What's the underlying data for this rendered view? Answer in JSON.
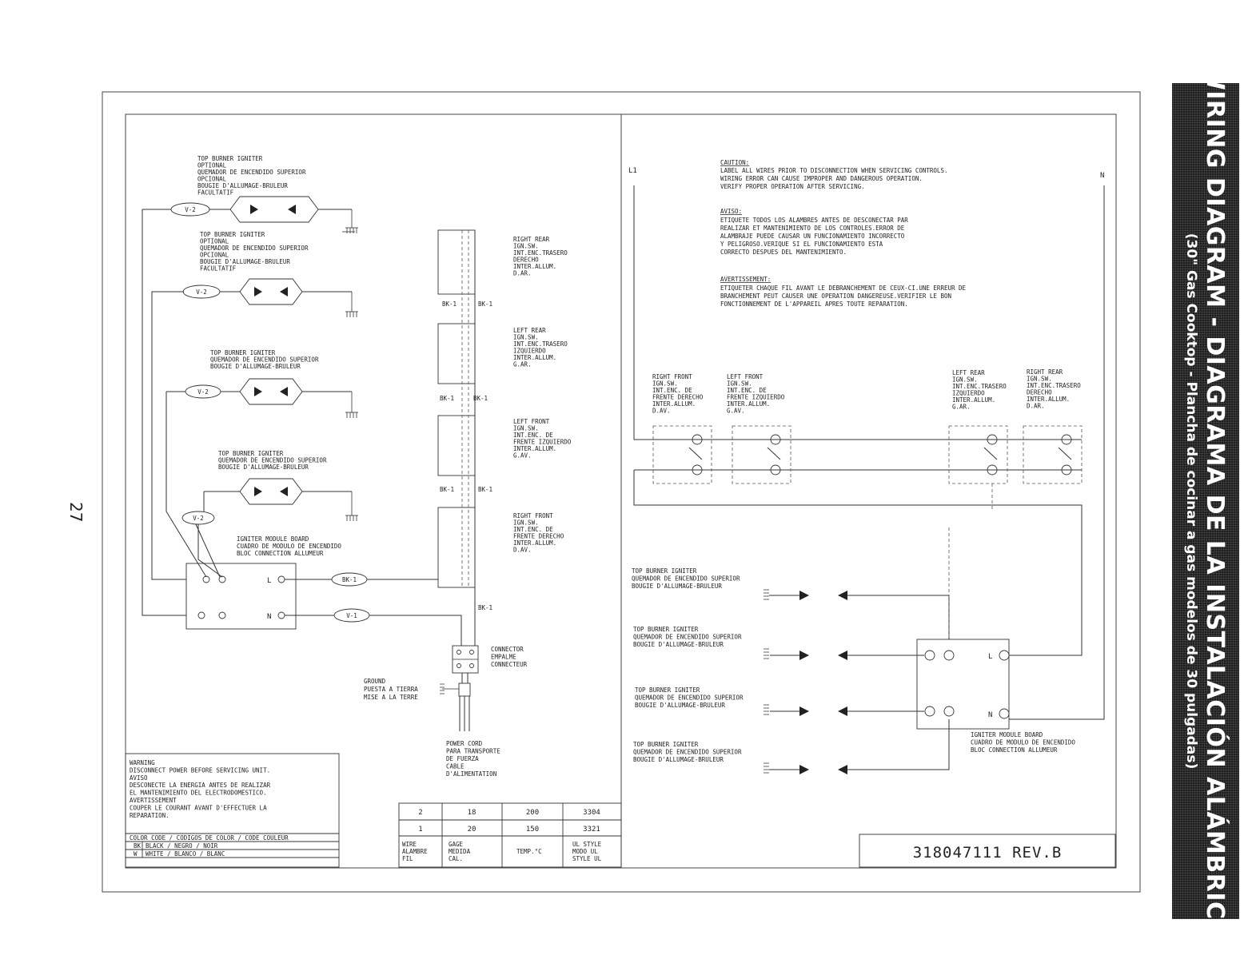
{
  "page_number": "27",
  "banner": {
    "title": "WIRING DIAGRAM - DIAGRAMA DE LA INSTALACIÓN ALÁMBRICA",
    "subtitle": "(30\" Gas Cooktop - Plancha de cocinar a gas modelos de 30 pulgadas)"
  },
  "left": {
    "igniter_labels": [
      [
        "TOP BURNER IGNITER",
        "OPTIONAL",
        "QUEMADOR DE ENCENDIDO SUPERIOR",
        "OPCIONAL",
        "BOUGIE D'ALLUMAGE-BRULEUR",
        "FACULTATIF"
      ],
      [
        "TOP BURNER IGNITER",
        "OPTIONAL",
        "QUEMADOR DE ENCENDIDO SUPERIOR",
        "OPCIONAL",
        "BOUGIE D'ALLUMAGE-BRULEUR",
        "FACULTATIF"
      ],
      [
        "TOP BURNER IGNITER",
        "QUEMADOR DE ENCENDIDO SUPERIOR",
        "BOUGIE D'ALLUMAGE-BRULEUR"
      ],
      [
        "TOP BURNER IGNITER",
        "QUEMADOR DE ENCENDIDO SUPERIOR",
        "BOUGIE D'ALLUMAGE-BRULEUR"
      ]
    ],
    "wire_tag_v2": "V-2",
    "wire_tag_v1": "V-1",
    "wire_tag_bk1": "BK-1",
    "module_label": [
      "IGNITER MODULE BOARD",
      "CUADRO DE MODULO DE ENCENDIDO",
      "BLOC CONNECTION ALLUMEUR"
    ],
    "terminal_l": "L",
    "terminal_n": "N",
    "switch_labels": [
      [
        "RIGHT REAR",
        "IGN.SW.",
        "INT.ENC.TRASERO",
        "DERECHO",
        "INTER.ALLUM.",
        "D.AR."
      ],
      [
        "LEFT REAR",
        "IGN.SW.",
        "INT.ENC.TRASERO",
        "IZQUIERDO",
        "INTER.ALLUM.",
        "G.AR."
      ],
      [
        "LEFT FRONT",
        "IGN.SW.",
        "INT.ENC. DE",
        "FRENTE IZQUIERDO",
        "INTER.ALLUM.",
        "G.AV."
      ],
      [
        "RIGHT FRONT",
        "IGN.SW.",
        "INT.ENC. DE",
        "FRENTE DERECHO",
        "INTER.ALLUM.",
        "D.AV."
      ]
    ],
    "connector_label": [
      "CONNECTOR",
      "EMPALME",
      "CONNECTEUR"
    ],
    "ground_label": [
      "GROUND",
      "PUESTA A TIERRA",
      "MISE A LA TERRE"
    ],
    "power_cord_label": [
      "POWER CORD",
      "PARA TRANSPORTE",
      "DE FUERZA",
      "CABLE",
      "D'ALIMENTATION"
    ]
  },
  "warning": {
    "lines": [
      "WARNING",
      "DISCONNECT POWER BEFORE SERVICING UNIT.",
      "AVISO",
      "DESCONECTE LA ENERGIA ANTES DE REALIZAR",
      "EL MANTENIMIENTO DEL ELECTRODOMESTICO.",
      "AVERTISSEMENT",
      "COUPER LE COURANT AVANT D'EFFECTUER LA",
      "REPARATION."
    ]
  },
  "color_code": {
    "header": "COLOR CODE / CODIGOS DE COLOR / CODE COULEUR",
    "rows": [
      [
        "BK",
        "BLACK / NEGRO / NOIR"
      ],
      [
        "W",
        "WHITE / BLANCO / BLANC"
      ]
    ]
  },
  "wire_table": {
    "rows": [
      [
        "2",
        "18",
        "200",
        "3304"
      ],
      [
        "1",
        "20",
        "150",
        "3321"
      ]
    ],
    "headers": [
      [
        "WIRE",
        "ALAMBRE",
        "FIL"
      ],
      [
        "GAGE",
        "MEDIDA",
        "CAL."
      ],
      [
        "TEMP.°C"
      ],
      [
        "UL STYLE",
        "MODO UL",
        "STYLE UL"
      ]
    ]
  },
  "right": {
    "l1": "L1",
    "n": "N",
    "caution": {
      "heading": "CAUTION:",
      "lines": [
        "LABEL ALL WIRES PRIOR TO DISCONNECTION WHEN SERVICING CONTROLS.",
        "WIRING ERROR CAN CAUSE IMPROPER AND DANGEROUS OPERATION.",
        "VERIFY PROPER OPERATION AFTER SERVICING."
      ]
    },
    "aviso": {
      "heading": "AVISO:",
      "lines": [
        "ETIQUETE TODOS LOS ALAMBRES ANTES DE DESCONECTAR PAR",
        "REALIZAR ET MANTENIMIENTO DE LOS CONTROLES.ERROR DE",
        "ALAMBRAJE PUEDE CAUSAR UN FUNCIONAMIENTO INCORRECTO",
        "Y PELIGROSO.VERIQUE SI EL FUNCIONAMIENTO ESTA",
        "CORRECTO DESPUES DEL MANTENIMIENTO."
      ]
    },
    "avert": {
      "heading": "AVERTISSEMENT:",
      "lines": [
        "ETIQUETER CHAQUE FIL AVANT LE DEBRANCHEMENT DE CEUX-CI.UNE ERREUR DE",
        "BRANCHEMENT PEUT CAUSER UNE OPERATION DANGEREUSE.VERIFIER LE BON",
        "FONCTIONNEMENT DE L'APPAREIL APRES TOUTE REPARATION."
      ]
    },
    "switch_labels": [
      [
        "RIGHT FRONT",
        "IGN.SW.",
        "INT.ENC. DE",
        "FRENTE DERECHO",
        "INTER.ALLUM.",
        "D.AV."
      ],
      [
        "LEFT FRONT",
        "IGN.SW.",
        "INT.ENC. DE",
        "FRENTE IZQUIERDO",
        "INTER.ALLUM.",
        "G.AV."
      ],
      [
        "LEFT REAR",
        "IGN.SW.",
        "INT.ENC.TRASERO",
        "IZQUIERDO",
        "INTER.ALLUM.",
        "G.AR."
      ],
      [
        "RIGHT REAR",
        "IGN.SW.",
        "INT.ENC.TRASERO",
        "DERECHO",
        "INTER.ALLUM.",
        "D.AR."
      ]
    ],
    "igniter_label": [
      "TOP BURNER IGNITER",
      "QUEMADOR DE ENCENDIDO SUPERIOR",
      "BOUGIE D'ALLUMAGE-BRULEUR"
    ],
    "module_label": [
      "IGNITER MODULE BOARD",
      "CUADRO DE MODULO DE ENCENDIDO",
      "BLOC CONNECTION ALLUMEUR"
    ],
    "terminal_l": "L",
    "terminal_n": "N"
  },
  "part_number": "318047111 REV.B"
}
